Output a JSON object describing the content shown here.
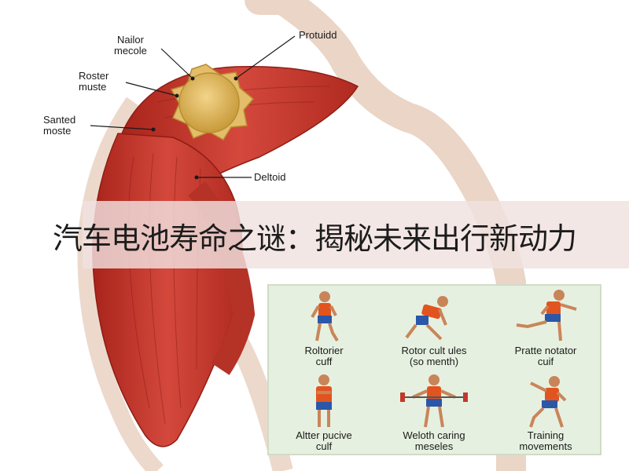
{
  "banner": {
    "title": "汽车电池寿命之谜：揭秘未来出行新动力"
  },
  "anatomy_labels": {
    "nailor_muscle": "Nailor\nmecole",
    "protuidd": "Protuidd",
    "roster_muste": "Roster\nmuste",
    "santed_moste": "Santed\nmoste",
    "deltoid": "Deltoid"
  },
  "exercises": [
    {
      "line1": "Roltorier",
      "line2": "cuff"
    },
    {
      "line1": "Rotor cult ules",
      "line2": "(so menth)"
    },
    {
      "line1": "Pratte notator",
      "line2": "cuif"
    },
    {
      "line1": "Altter pucive",
      "line2": "culf"
    },
    {
      "line1": "Weloth caring",
      "line2": "meseles"
    },
    {
      "line1": "Training",
      "line2": "movements"
    }
  ],
  "colors": {
    "muscle": "#c8352c",
    "muscle_dark": "#9e2219",
    "skin_outline": "#e8c9b6",
    "panel_bg": "#e6f0e0",
    "shirt": "#e2541f",
    "shorts": "#2b57a8"
  }
}
